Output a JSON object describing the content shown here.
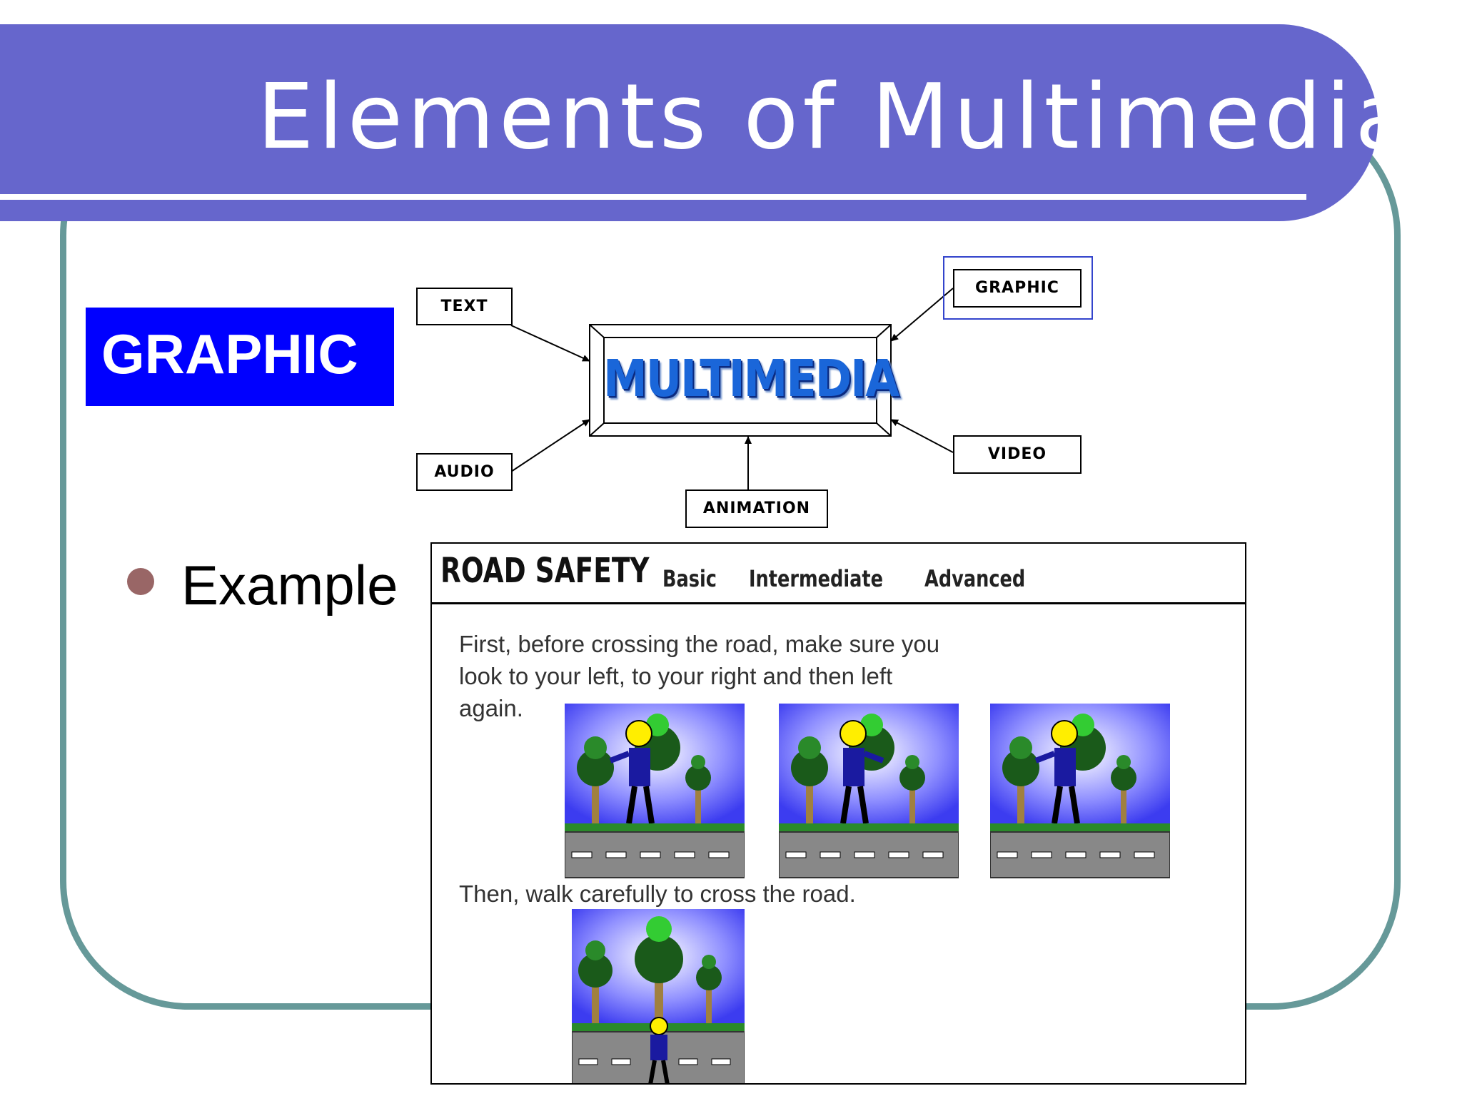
{
  "slide": {
    "title": "Elements of Multimedia",
    "section_label": "GRAPHIC",
    "bullet": "Example"
  },
  "diagram": {
    "center": "MULTIMEDIA",
    "nodes": {
      "text": "TEXT",
      "audio": "AUDIO",
      "graphic": "GRAPHIC",
      "video": "VIDEO",
      "animation": "ANIMATION"
    }
  },
  "example": {
    "brand": "ROAD SAFETY",
    "nav": [
      "Basic",
      "Intermediate",
      "Advanced"
    ],
    "instruction_1": [
      "First, before crossing the road, make sure you",
      "look to your left, to your right and then left",
      "again."
    ],
    "instruction_2": "Then, walk carefully to cross the road."
  },
  "colors": {
    "title_band": "#6666cc",
    "frame": "#669999",
    "label_bg": "#0000ff",
    "bullet": "#996666",
    "center_text": "#1a66d9",
    "graphic_highlight": "#3344cc"
  }
}
